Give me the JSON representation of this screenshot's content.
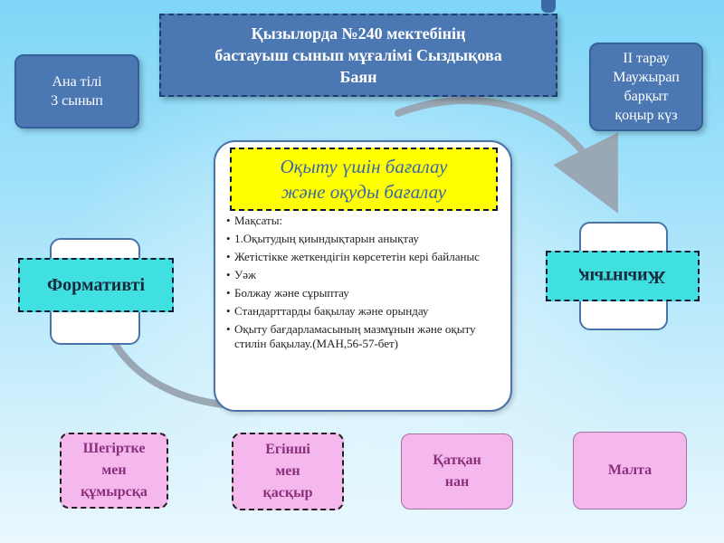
{
  "title_banner": {
    "line1": "Қызылорда  №240  мектебінің",
    "line2": "бастауыш сынып мұғалімі Сыздықова",
    "line3": "Баян"
  },
  "left_info": {
    "line1": "Ана тілі",
    "line2": "3 сынып"
  },
  "right_info": {
    "line1": "II тарау",
    "line2": "Маужырап",
    "line3": "барқыт",
    "line4": "қоңыр күз"
  },
  "center": {
    "title_line1": "Оқыту үшін бағалау",
    "title_line2": "және оқуды бағалау",
    "bullets": [
      "Мақсаты:",
      "1.Оқытудың қиындықтарын анықтау",
      "Жетістікке жеткендігін көрсететін кері байланыс",
      "Уәж",
      "Болжау және сұрыптау",
      "Стандарттарды бақылау және орындау",
      "Оқыту бағдарламасының мазмұнын және оқыту стилін бақылау.(МАН,56-57-бет)"
    ]
  },
  "left_label": "Формативті",
  "right_label": "Жиынтық",
  "bottom_items": [
    {
      "line1": "Шегіртке",
      "line2": "мен",
      "line3": "құмырсқа"
    },
    {
      "line1": "Егінші",
      "line2": "мен",
      "line3": "қасқыр"
    },
    {
      "line1": "Қатқан",
      "line2": "нан"
    },
    {
      "line1": "Малта"
    }
  ],
  "colors": {
    "banner_blue": "#4b77b3",
    "highlight_yellow": "#ffff00",
    "label_teal": "#40e0e0",
    "card_pink": "#f5b8ec"
  }
}
